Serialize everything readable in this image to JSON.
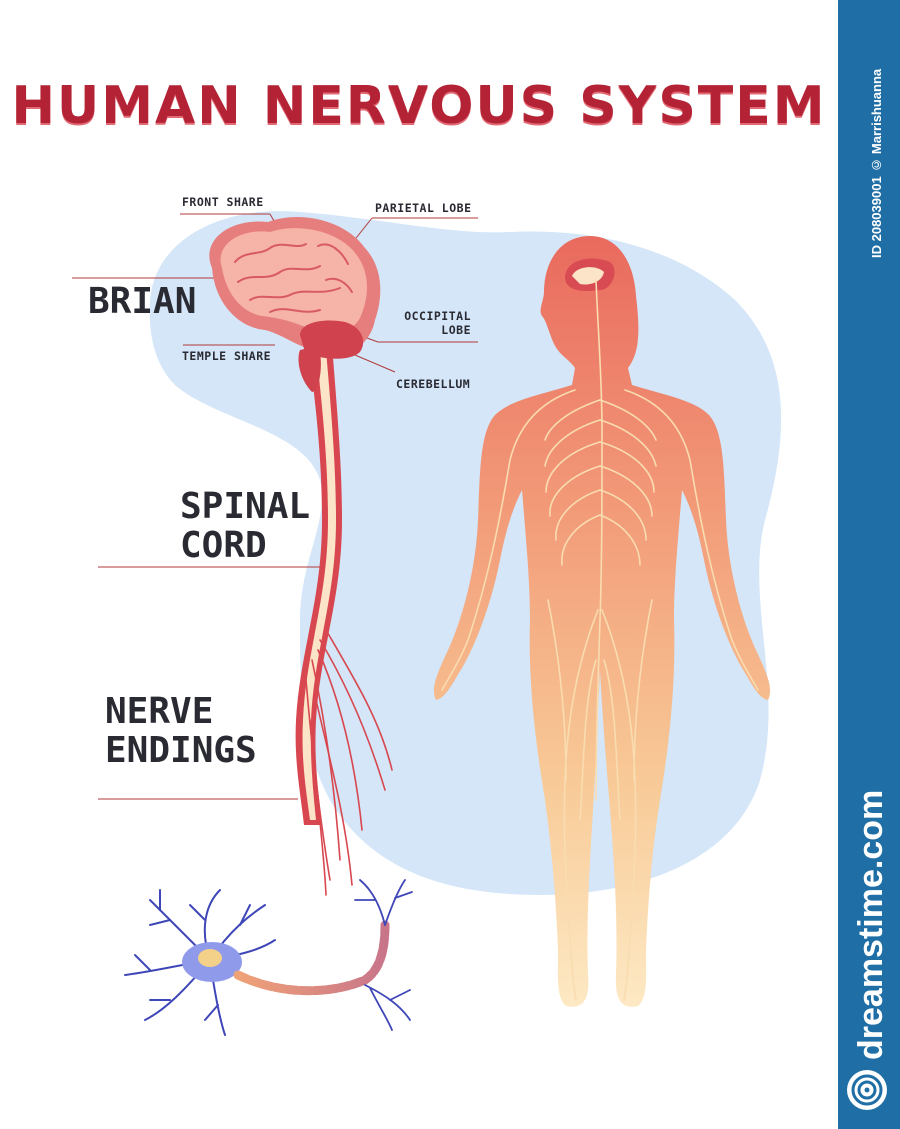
{
  "title": "HUMAN NERVOUS SYSTEM",
  "labels": {
    "brain": "BRIAN",
    "spinal_cord_line1": "SPINAL",
    "spinal_cord_line2": "CORD",
    "nerve_endings_line1": "NERVE",
    "nerve_endings_line2": "ENDINGS",
    "front_share": "FRONT SHARE",
    "parietal_lobe": "PARIETAL LOBE",
    "occipital_lobe_line1": "OCCIPITAL",
    "occipital_lobe_line2": "LOBE",
    "temple_share": "TEMPLE SHARE",
    "cerebellum": "CEREBELLUM"
  },
  "watermark": {
    "id_text": "ID 208039001 © Marrishuanna",
    "brand": "dreamstime.com"
  },
  "colors": {
    "title": "#b32335",
    "blob": "#d4e6f8",
    "body_top": "#e96a5e",
    "body_bottom": "#fde6bc",
    "nerve": "#f7d8a6",
    "brain": "#e77e7e",
    "neuron": "#3f47b8",
    "sidebar": "#1f6ea5"
  }
}
